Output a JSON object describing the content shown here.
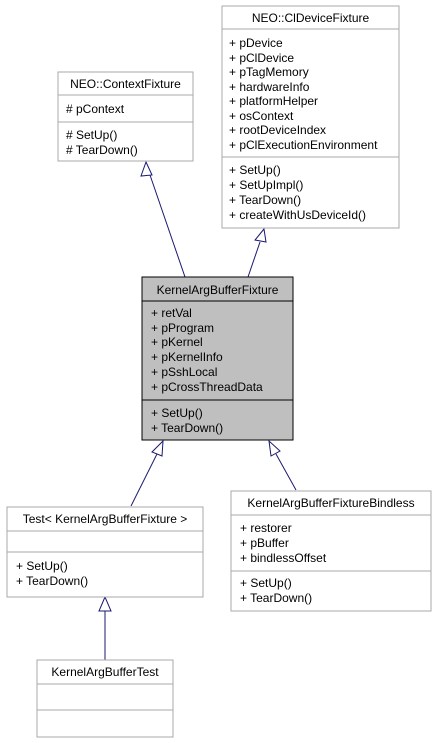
{
  "colors": {
    "class_border": "#a8a8a8",
    "focus_border": "#000000",
    "focus_fill": "#bfbfbf",
    "edge": "#191970",
    "background": "#ffffff"
  },
  "classes": {
    "context_fixture": {
      "name": "NEO::ContextFixture",
      "attributes": [
        "# pContext"
      ],
      "methods": [
        "# SetUp()",
        "# TearDown()"
      ]
    },
    "cl_device_fixture": {
      "name": "NEO::ClDeviceFixture",
      "attributes": [
        "+ pDevice",
        "+ pClDevice",
        "+ pTagMemory",
        "+ hardwareInfo",
        "+ platformHelper",
        "+ osContext",
        "+ rootDeviceIndex",
        "+ pClExecutionEnvironment"
      ],
      "methods": [
        "+ SetUp()",
        "+ SetUpImpl()",
        "+ TearDown()",
        "+ createWithUsDeviceId()"
      ]
    },
    "kernel_arg_buffer_fixture": {
      "name": "KernelArgBufferFixture",
      "attributes": [
        "+ retVal",
        "+ pProgram",
        "+ pKernel",
        "+ pKernelInfo",
        "+ pSshLocal",
        "+ pCrossThreadData"
      ],
      "methods": [
        "+ SetUp()",
        "+ TearDown()"
      ]
    },
    "test_template": {
      "name": "Test< KernelArgBufferFixture >",
      "attributes": [],
      "methods": [
        "+ SetUp()",
        "+ TearDown()"
      ]
    },
    "fixture_bindless": {
      "name": "KernelArgBufferFixtureBindless",
      "attributes": [
        "+ restorer",
        "+ pBuffer",
        "+ bindlessOffset"
      ],
      "methods": [
        "+ SetUp()",
        "+ TearDown()"
      ]
    },
    "kernel_arg_buffer_test": {
      "name": "KernelArgBufferTest",
      "attributes": [],
      "methods": []
    }
  }
}
